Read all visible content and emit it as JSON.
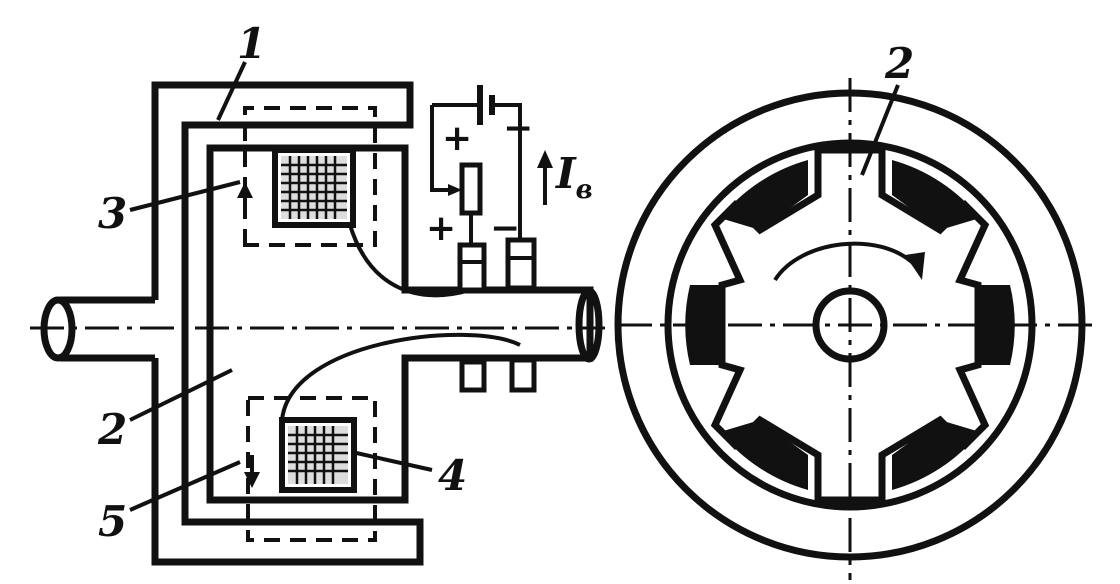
{
  "labels": {
    "yoke": "1",
    "core_left": "2",
    "core_right": "2",
    "coil_upper": "3",
    "coil_lower": "4",
    "gap": "5"
  },
  "symbols": {
    "plus_top": "+",
    "minus_top": "−",
    "plus_brush": "+",
    "minus_brush": "−",
    "current": "I",
    "current_subscript": "в"
  }
}
